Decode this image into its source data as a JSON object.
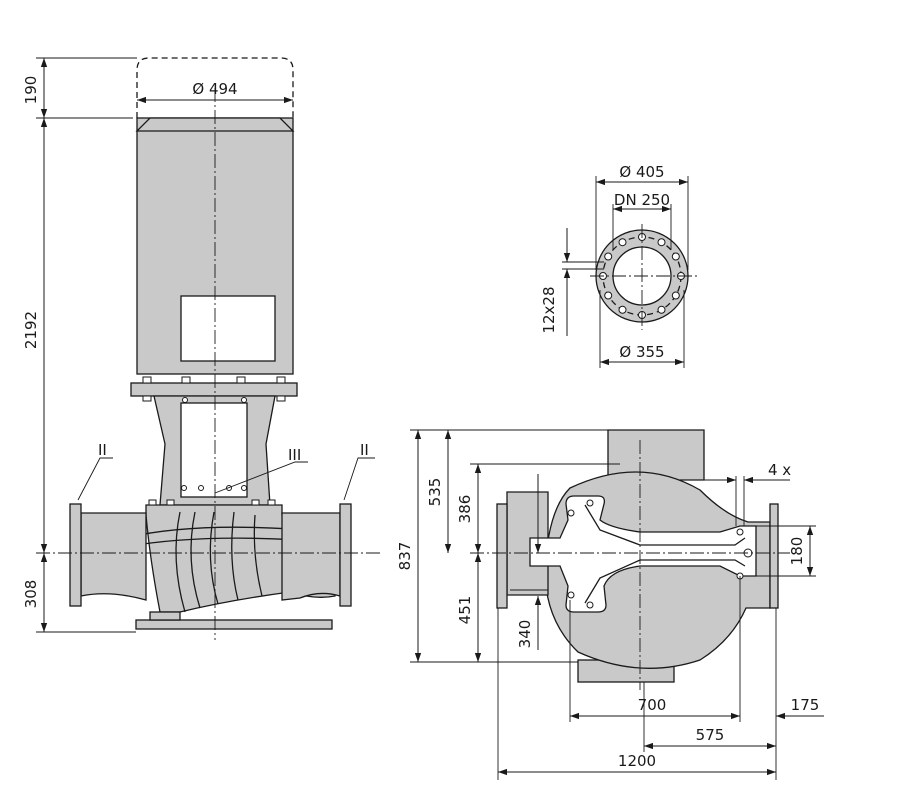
{
  "drawing": {
    "side_view": {
      "motor_diameter": "Ø 494",
      "motor_hood_height": "190",
      "motor_height": "2192",
      "base_height": "308",
      "detail_left": "II",
      "detail_mid": "III",
      "detail_right": "II"
    },
    "flange_view": {
      "flange_outer_diameter": "Ø 405",
      "nominal_size": "DN 250",
      "bolt_holes": "12x28",
      "bolt_circle": "Ø 355"
    },
    "plan_view": {
      "total_depth": "837",
      "back_depth": "535",
      "foot_back": "386",
      "front_depth": "451",
      "foot_front": "340",
      "mount_holes": "4 x",
      "foot_spacing": "180",
      "foot_width": "700",
      "flange_offset": "175",
      "foot_distance": "575",
      "total_length": "1200"
    }
  }
}
